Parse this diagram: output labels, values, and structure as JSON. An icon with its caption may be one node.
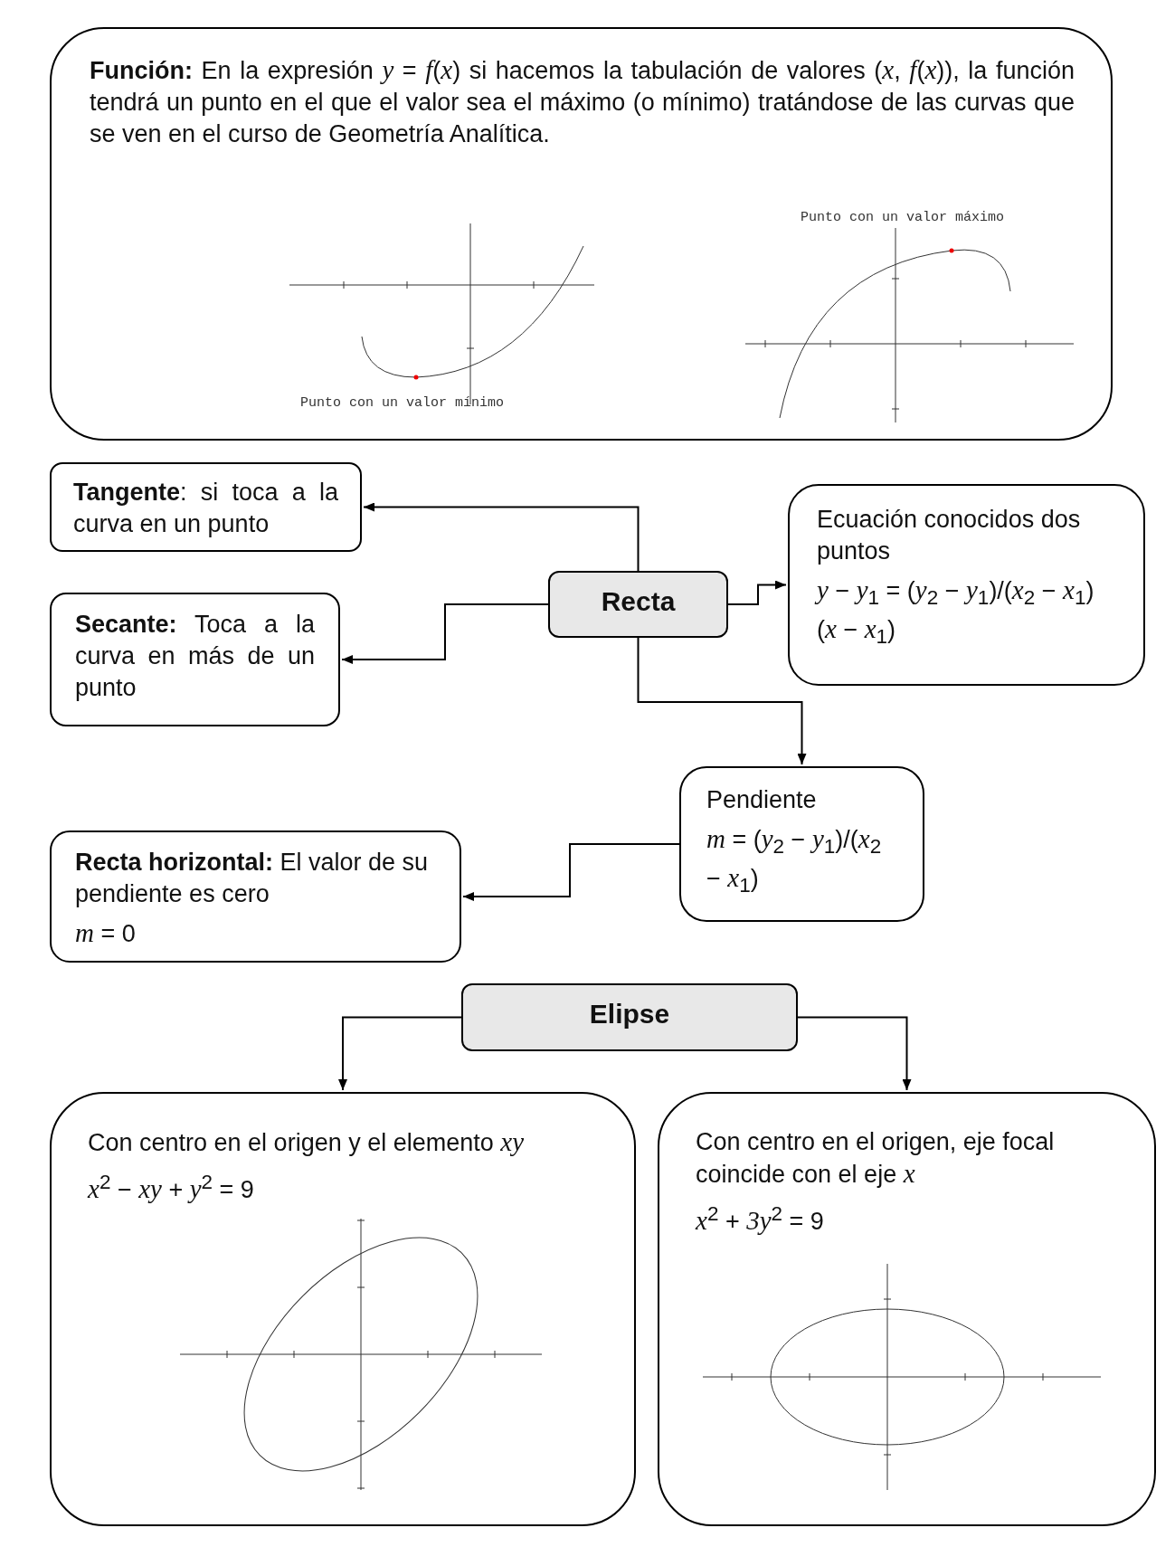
{
  "diagram": {
    "nodes": [
      {
        "text": [
          "**Función:** En la expresión *y* = *f*(*x*) si hacemos la tabulación de valores (*x*, *f*(*x*)), la función tendrá un punto en el que el valor sea el máximo (o mínimo) tratándose de las curvas que se ven en el curso de Geometría Analítica.",
          "Punto con un valor mínimo",
          "Punto con un valor máximo"
        ]
      },
      {
        "text": [
          "**Tangente**: si toca a la curva en un punto"
        ]
      },
      {
        "text": [
          "Recta"
        ]
      },
      {
        "text": [
          "Ecuación conocidos dos puntos",
          "*y* − *y*$_{1}$ = (*y*$_{2}$ − *y*$_{1}$)/(*x*$_{2}$ − *x*$_{1}$) (*x* − *x*$_{1}$)"
        ]
      },
      {
        "text": [
          "**Secante:** Toca a la curva en más de un punto"
        ]
      },
      {
        "text": [
          "Pendiente",
          "*m* = (*y*$_{2}$ − *y*$_{1}$)/(*x*$_{2}$ − *x*$_{1}$)"
        ]
      },
      {
        "text": [
          "**Recta horizontal:** El valor de su pendiente es cero",
          "*m* = 0"
        ]
      },
      {
        "text": [
          "Elipse"
        ]
      },
      {
        "text": [
          "Con centro en el origen y el elemento *xy*",
          "*x*$^{2}$ − *xy* + *y*$^{2}$ = 9"
        ]
      },
      {
        "text": [
          "Con centro en el origen, eje focal coincide con el eje *x*",
          "*x*$^{2}$ + *3y*$^{2}$ = 9"
        ]
      }
    ],
    "edges": [
      {
        "from": 2,
        "to": 1,
        "arrow": "to"
      },
      {
        "from": 2,
        "to": 4,
        "arrow": "to"
      },
      {
        "from": 2,
        "to": 3,
        "arrow": "to"
      },
      {
        "from": 2,
        "to": 5,
        "arrow": "to"
      },
      {
        "from": 5,
        "to": 6,
        "arrow": "to"
      },
      {
        "from": 7,
        "to": 8,
        "arrow": "to"
      },
      {
        "from": 7,
        "to": 9,
        "arrow": "to"
      }
    ]
  }
}
